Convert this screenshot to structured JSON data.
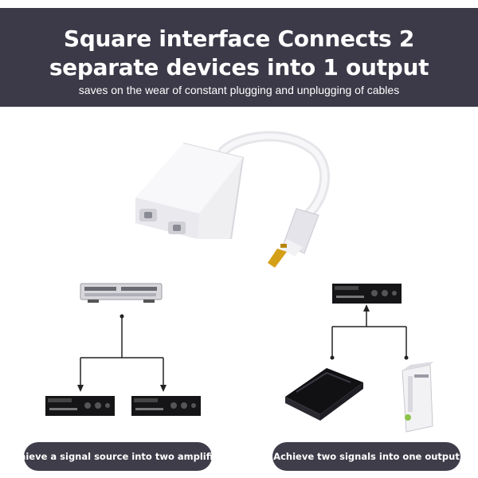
{
  "banner": {
    "title_line1": "Square interface  Connects 2",
    "title_line2": "separate devices into 1 output",
    "subtitle": "saves on the wear of constant plugging and unplugging of cables"
  },
  "captions": {
    "left": "Achieve a signal source into two amplifiers",
    "right": "Achieve two signals into one output"
  },
  "colors": {
    "banner_bg": "#3c3a48",
    "pill_bg": "#3f3d4a",
    "text": "#ffffff",
    "connector_gold": "#d4a017"
  }
}
